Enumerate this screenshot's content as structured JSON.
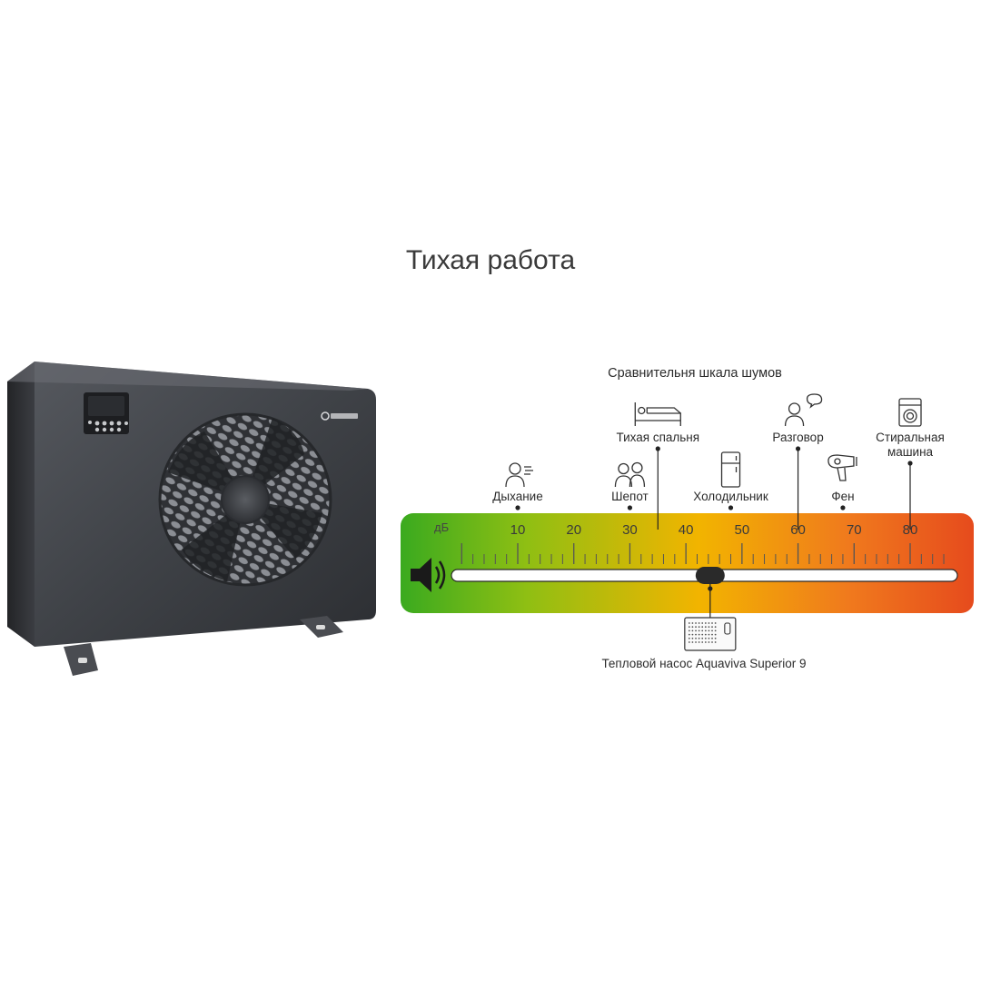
{
  "title": "Тихая работа",
  "scale": {
    "heading": "Сравнительня шкала шумов",
    "unit": "дБ",
    "ticks": [
      {
        "value": 10,
        "label": "10"
      },
      {
        "value": 20,
        "label": "20"
      },
      {
        "value": 30,
        "label": "30"
      },
      {
        "value": 40,
        "label": "40"
      },
      {
        "value": 50,
        "label": "50"
      },
      {
        "value": 60,
        "label": "60"
      },
      {
        "value": 70,
        "label": "70"
      },
      {
        "value": 80,
        "label": "80"
      }
    ],
    "range": [
      0,
      90
    ],
    "gradient": [
      "#3aaa1f",
      "#8fbf13",
      "#f2b400",
      "#f07a1d",
      "#e64b1d"
    ],
    "references": [
      {
        "label": "Дыхание",
        "value": 10,
        "icon": "breathing-person-icon"
      },
      {
        "label": "Шепот",
        "value": 30,
        "icon": "whisper-people-icon"
      },
      {
        "label": "Тихая спальня",
        "value": 35,
        "icon": "bed-icon"
      },
      {
        "label": "Холодильник",
        "value": 48,
        "icon": "fridge-icon"
      },
      {
        "label": "Разговор",
        "value": 60,
        "icon": "talking-person-icon"
      },
      {
        "label": "Фен",
        "value": 68,
        "icon": "hair-dryer-icon"
      },
      {
        "label": "Стиральная",
        "label2": "машина",
        "value": 80,
        "icon": "washing-machine-icon"
      }
    ],
    "device": {
      "label": "Тепловой насос Aquaviva Superior 9",
      "value": 44,
      "icon": "heat-pump-icon"
    }
  },
  "product": {
    "brand": "AQUAVIVA",
    "icon": "heat-pump-unit"
  }
}
